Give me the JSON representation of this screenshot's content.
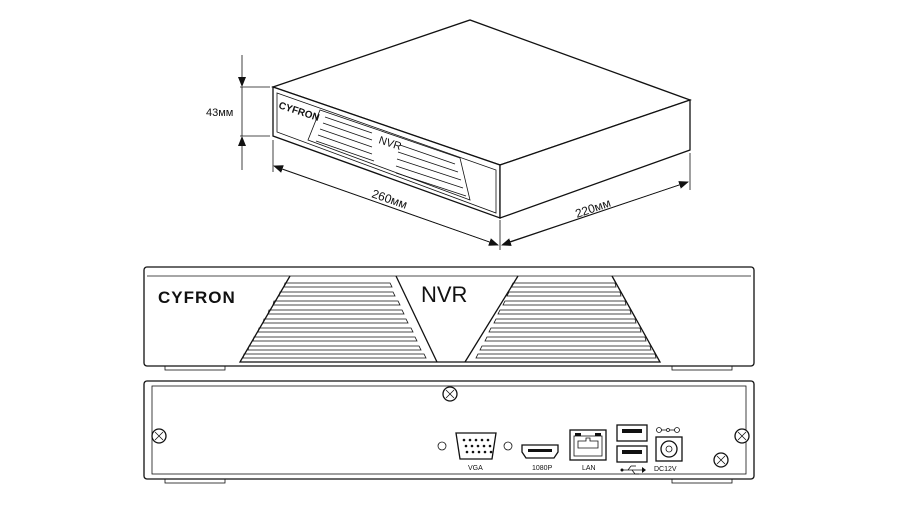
{
  "iso": {
    "brand": "CYFRON",
    "model": "NVR",
    "dim_height": "43мм",
    "dim_width": "260мм",
    "dim_depth": "220мм"
  },
  "front": {
    "brand": "CYFRON",
    "model": "NVR"
  },
  "rear": {
    "ports": [
      {
        "id": "vga",
        "label": "VGA"
      },
      {
        "id": "hdmi",
        "label": "1080P"
      },
      {
        "id": "lan",
        "label": "LAN"
      },
      {
        "id": "usb",
        "label": ""
      },
      {
        "id": "dc",
        "label": "DC12V"
      }
    ]
  }
}
